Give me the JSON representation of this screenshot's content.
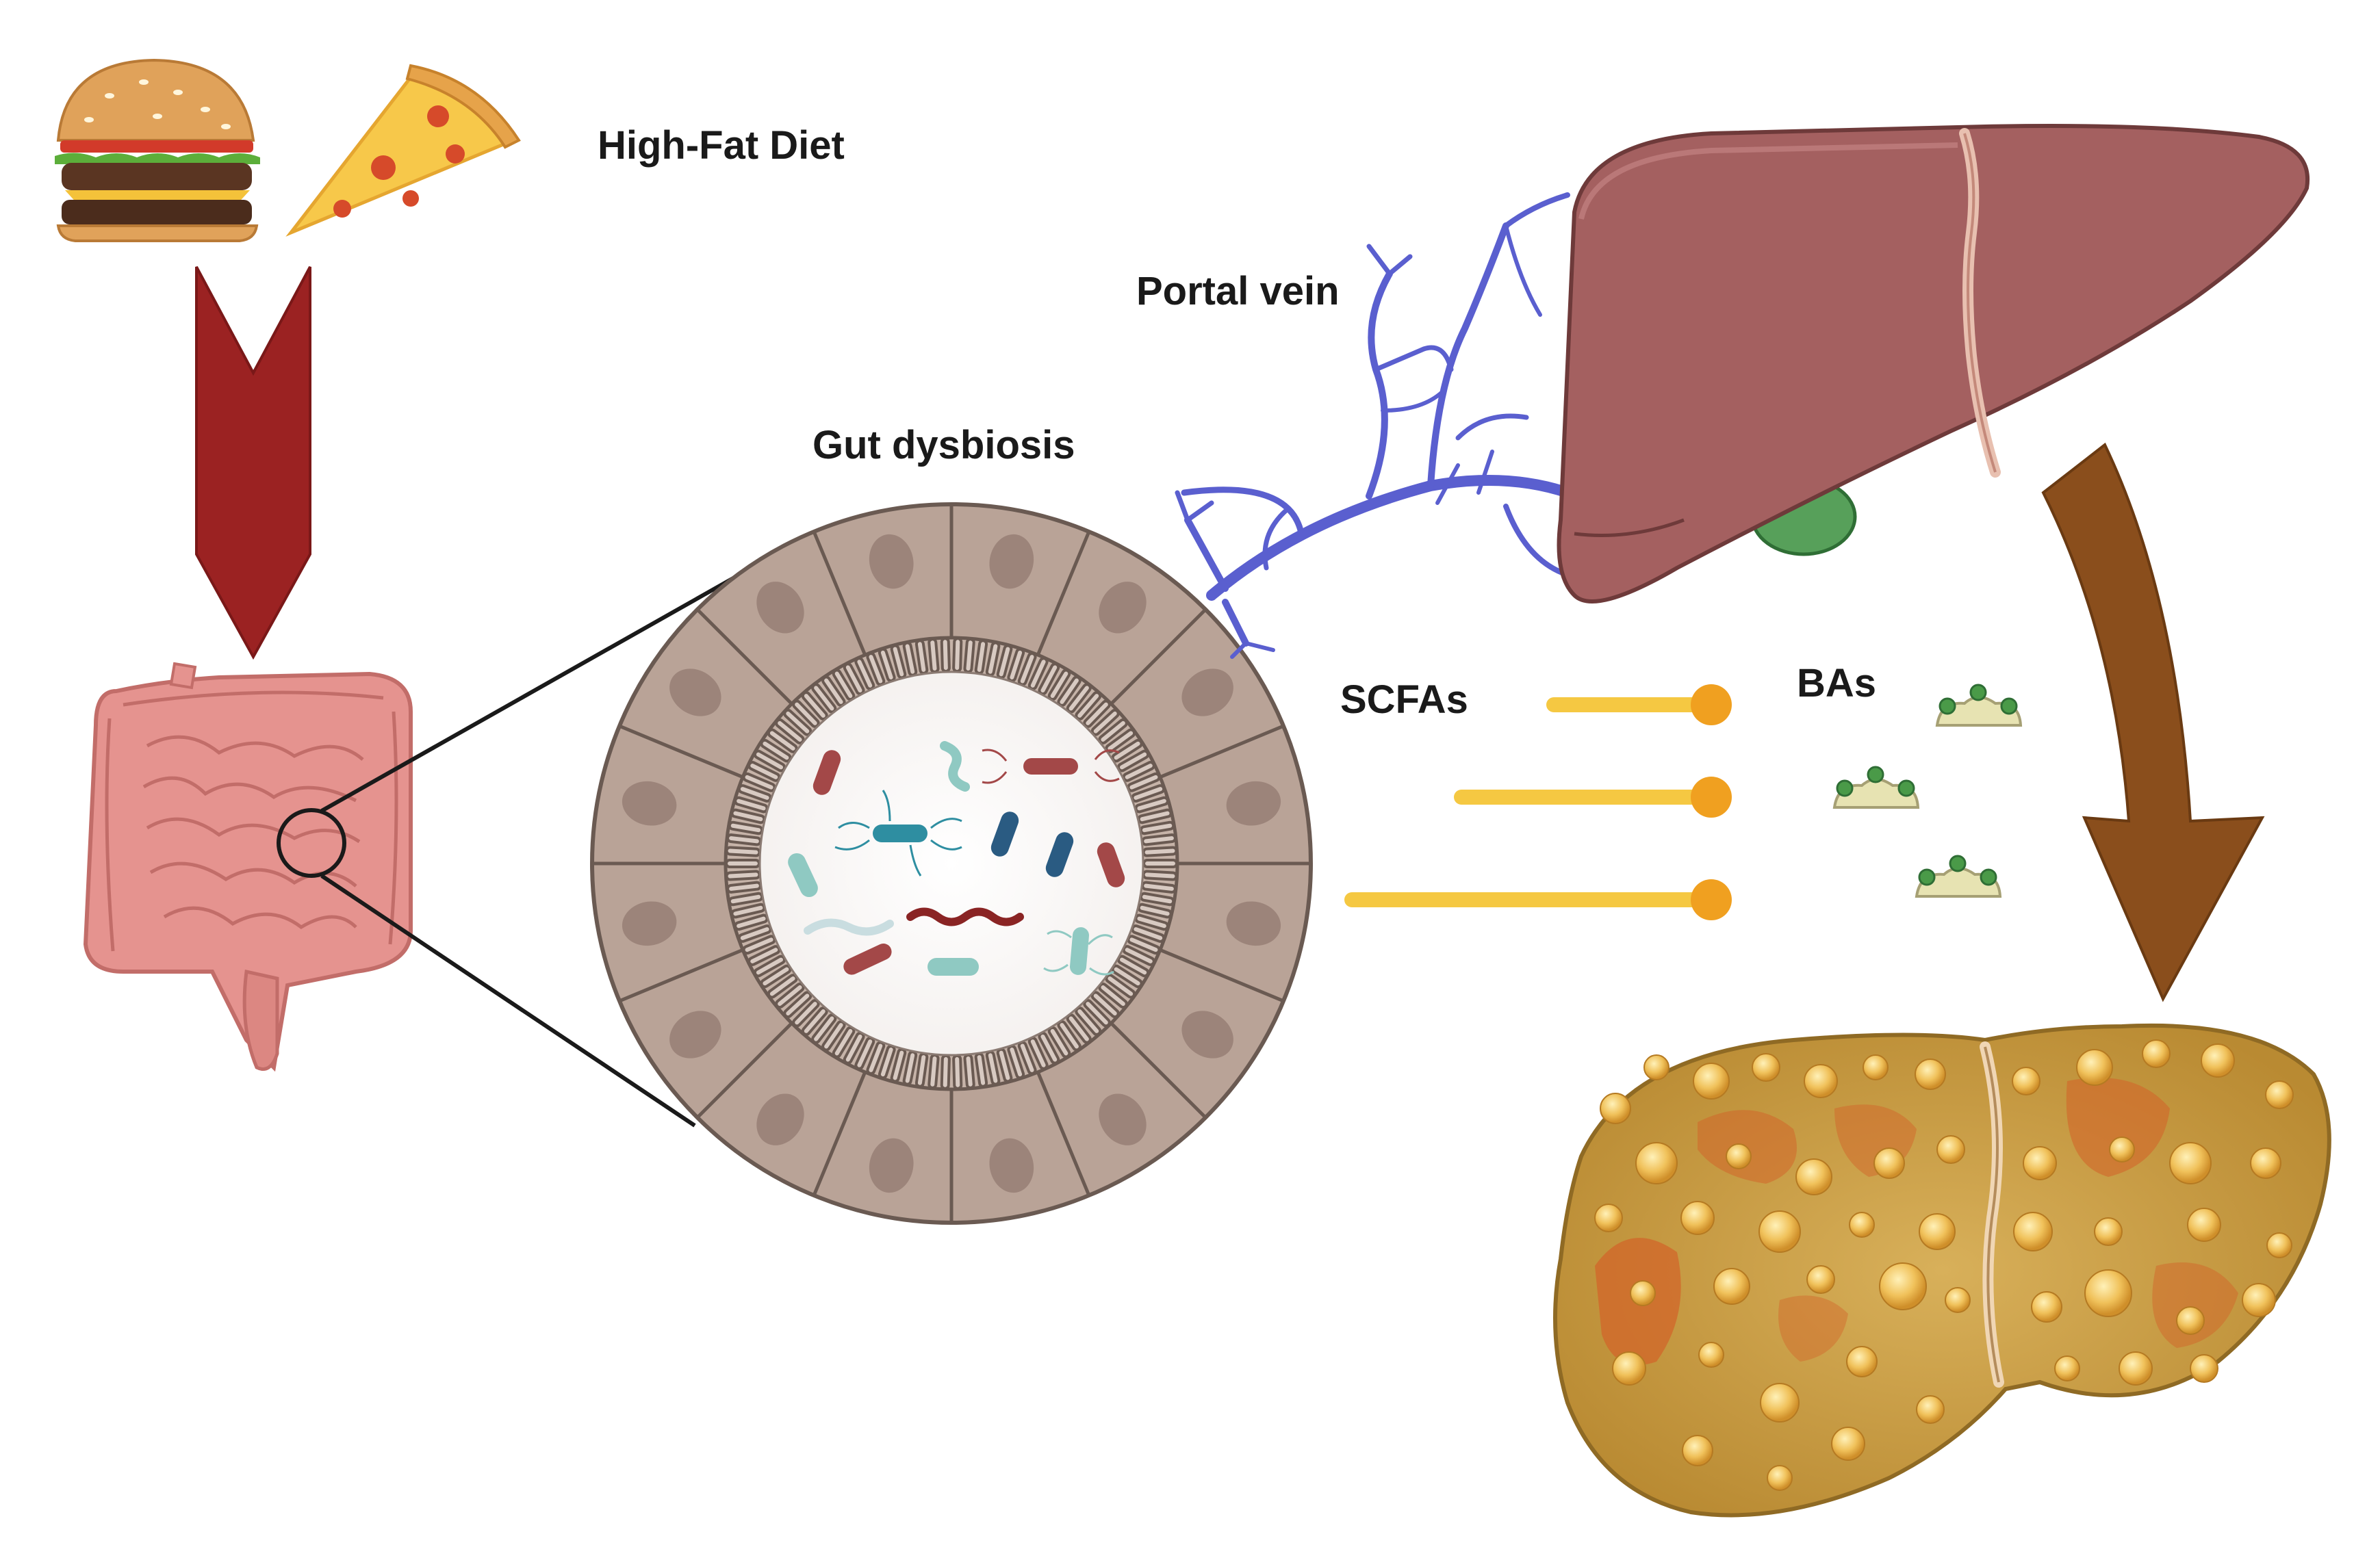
{
  "labels": {
    "diet": "High-Fat Diet",
    "portal_vein": "Portal vein",
    "gut_dysbiosis": "Gut dysbiosis",
    "scfas": "SCFAs",
    "bas": "BAs"
  },
  "icons": {
    "burger": "burger-icon",
    "pizza": "pizza-icon",
    "intestine": "intestine-icon",
    "gut_cross_section": "gut-cross-section-icon",
    "portal_vein": "portal-vein-icon",
    "healthy_liver": "healthy-liver-icon",
    "fatty_liver": "fatty-liver-icon",
    "bile_acid": "bile-acid-icon"
  },
  "colors": {
    "diet_arrow": "#9b2222",
    "liver_arrow": "#8a4e1c",
    "scfa_line": "#f5c842",
    "scfa_dot": "#f0a020",
    "vein": "#5a5fcf",
    "healthy_liver": "#a46060",
    "fatty_liver": "#c8a14a",
    "gut_cell": "#b9a397"
  }
}
